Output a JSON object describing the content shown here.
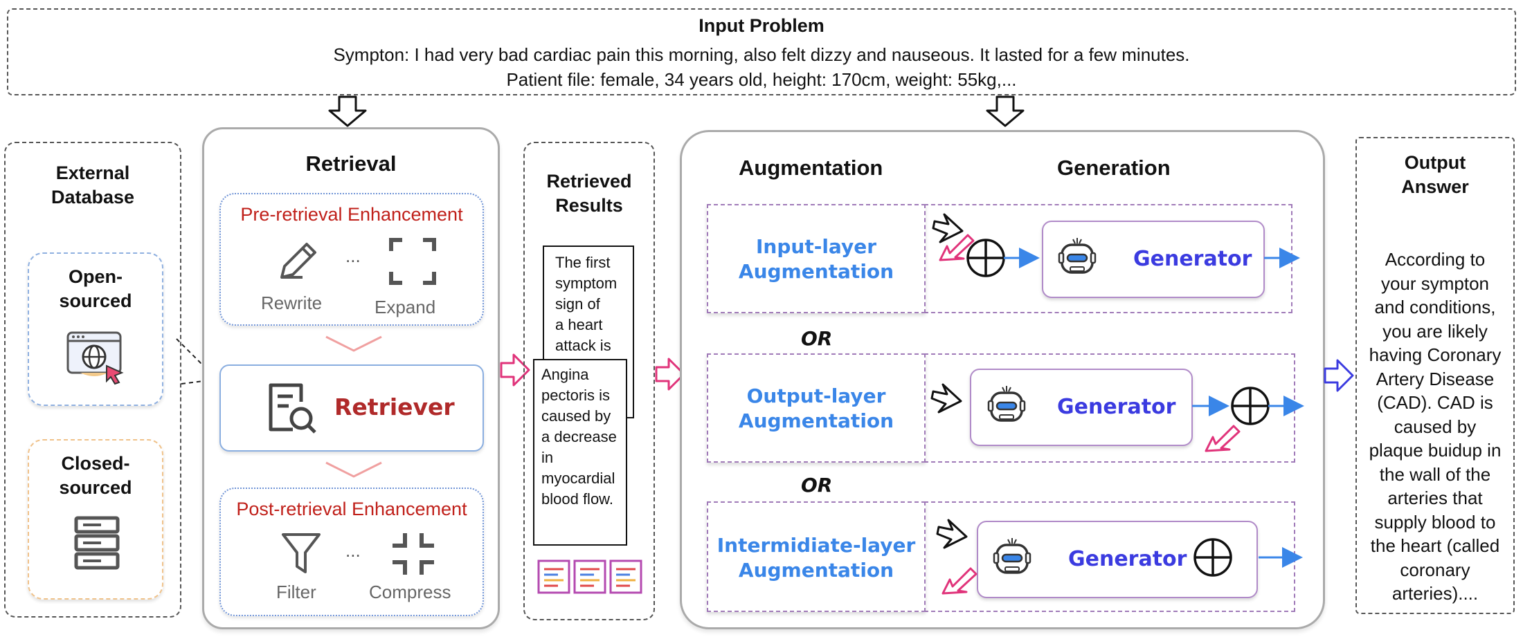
{
  "input_problem": {
    "title": "Input Problem",
    "line1": "Sympton: I had very bad cardiac pain this morning, also felt dizzy and nauseous. It lasted for a few minutes.",
    "line2": "Patient file: female, 34 years old, height: 170cm, weight: 55kg,..."
  },
  "external_database": {
    "title_line1": "External",
    "title_line2": "Database",
    "open_line1": "Open-",
    "open_line2": "sourced",
    "closed_line1": "Closed-",
    "closed_line2": "sourced"
  },
  "retrieval": {
    "title": "Retrieval",
    "pre_title": "Pre-retrieval Enhancement",
    "rewrite": "Rewrite",
    "expand": "Expand",
    "dots": "...",
    "retriever": "Retriever",
    "post_title": "Post-retrieval Enhancement",
    "filter": "Filter",
    "compress": "Compress"
  },
  "retrieved_results": {
    "title_line1": "Retrieved",
    "title_line2": "Results",
    "doc1": [
      "The first",
      "symptom",
      "sign of",
      "a heart",
      "attack is"
    ],
    "doc2": [
      "Angina",
      "pectoris is",
      "caused by",
      "a decrease",
      "in",
      "myocardial",
      "blood flow."
    ]
  },
  "aug_gen": {
    "augmentation_title": "Augmentation",
    "generation_title": "Generation",
    "or1": "OR",
    "or2": "OR",
    "row1_line1": "Input-layer",
    "row1_line2": "Augmentation",
    "row2_line1": "Output-layer",
    "row2_line2": "Augmentation",
    "row3_line1": "Intermidiate-layer",
    "row3_line2": "Augmentation",
    "generator1": "Generator",
    "generator2": "Generator",
    "generator3": "Generator"
  },
  "output_answer": {
    "title_line1": "Output",
    "title_line2": "Answer",
    "lines": [
      "According to",
      "your sympton",
      "and conditions,",
      "you are likely",
      "having Coronary",
      "Artery Disease",
      "(CAD). CAD is",
      "caused by",
      "plaque buidup in",
      "the wall of the",
      "arteries that",
      "supply blood to",
      "the heart (called",
      "coronary",
      "arteries)...."
    ]
  },
  "colors": {
    "red_title": "#c0201a",
    "blue_aug": "#3a86e8",
    "generator_text": "#3b3be0",
    "purple_dash": "#a07ab8",
    "arrow_blue": "#3a86e8",
    "arrow_pink": "#e0337a",
    "retriever_red": "#b02a2a"
  },
  "icons": [
    "pencil-icon",
    "expand-icon",
    "search-document-icon",
    "filter-icon",
    "compress-icon",
    "globe-browser-icon",
    "server-icon",
    "robot-icon",
    "plus-circle-icon",
    "hollow-arrow-down-icon",
    "hollow-arrow-right-icon"
  ]
}
